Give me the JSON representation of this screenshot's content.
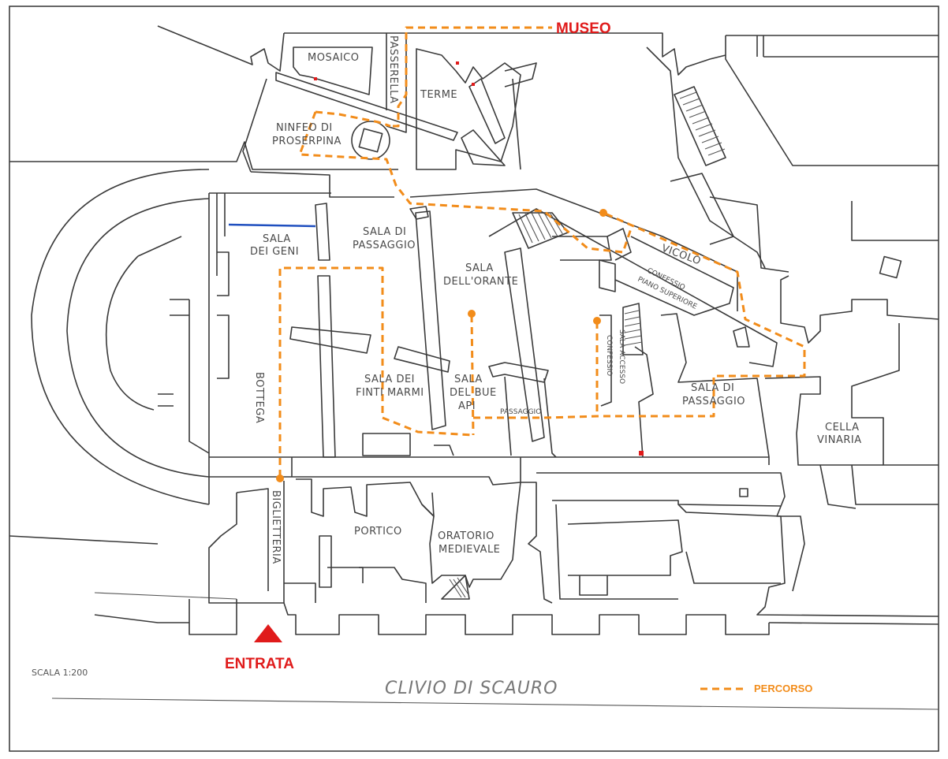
{
  "labels": {
    "museo": "MUSEO",
    "entrata": "ENTRATA",
    "street": "CLIVIO DI SCAURO",
    "scale": "SCALA 1:200",
    "legend": "PERCORSO"
  },
  "rooms": {
    "mosaico": "MOSAICO",
    "passerella": "PASSERELLA",
    "terme": "TERME",
    "ninfeo_1": "NINFEO DI",
    "ninfeo_2": "PROSERPINA",
    "sala_geni_1": "SALA",
    "sala_geni_2": "DEI GENI",
    "sala_passaggio_1": "SALA DI",
    "sala_passaggio_2": "PASSAGGIO",
    "sala_orante_1": "SALA",
    "sala_orante_2": "DELL'ORANTE",
    "vicolo": "VICOLO",
    "confessio_1": "CONFESSIO",
    "confessio_2": "PIANO SUPERIORE",
    "bottega": "BOTTEGA",
    "finti_marmi_1": "SALA DEI",
    "finti_marmi_2": "FINTI MARMI",
    "bue_api_1": "SALA",
    "bue_api_2": "DEL BUE",
    "bue_api_3": "API",
    "passaggio_small": "PASSAGGIO",
    "accesso_1": "SALA ACCESSO",
    "accesso_2": "CONFESSIO",
    "sala_passaggio_b_1": "SALA DI",
    "sala_passaggio_b_2": "PASSAGGIO",
    "cella_1": "CELLA",
    "cella_2": "VINARIA",
    "biglietteria": "BIGLIETTERIA",
    "portico": "PORTICO",
    "oratorio_1": "ORATORIO",
    "oratorio_2": "MEDIEVALE"
  },
  "colors": {
    "route": "#f28c1a",
    "marker": "#e01b1b",
    "wall": "#3a3a3a",
    "blue_wall": "#1f4fbf"
  }
}
